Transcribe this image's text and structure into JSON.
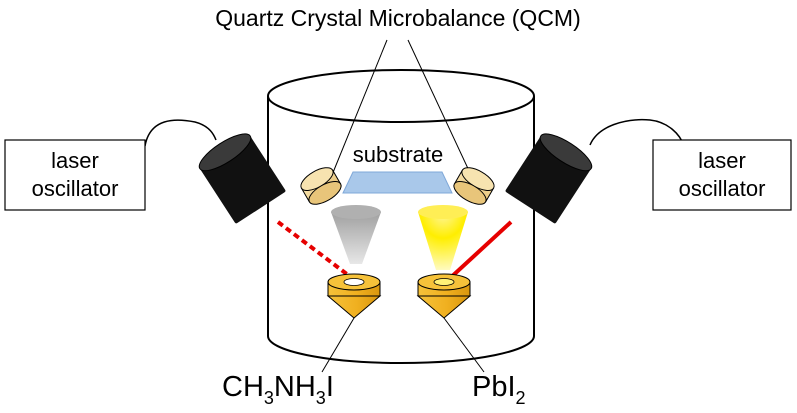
{
  "title": "Quartz Crystal Microbalance (QCM)",
  "substrate_label": "substrate",
  "left_oscillator": {
    "line1": "laser",
    "line2": "oscillator"
  },
  "right_oscillator": {
    "line1": "laser",
    "line2": "oscillator"
  },
  "source_left": {
    "main": "CH",
    "sub1": "3",
    "mid": "NH",
    "sub2": "3",
    "end": "I"
  },
  "source_right": {
    "main": "PbI",
    "sub": "2"
  },
  "colors": {
    "laser_body": "#111111",
    "crucible": "#f2b52a",
    "qcm": "#f1d79a",
    "substrate": "#a9c8ea",
    "gray_plume": "#9a9a9a",
    "yellow_plume": "#ffee00",
    "laser_beam": "#e60000"
  }
}
